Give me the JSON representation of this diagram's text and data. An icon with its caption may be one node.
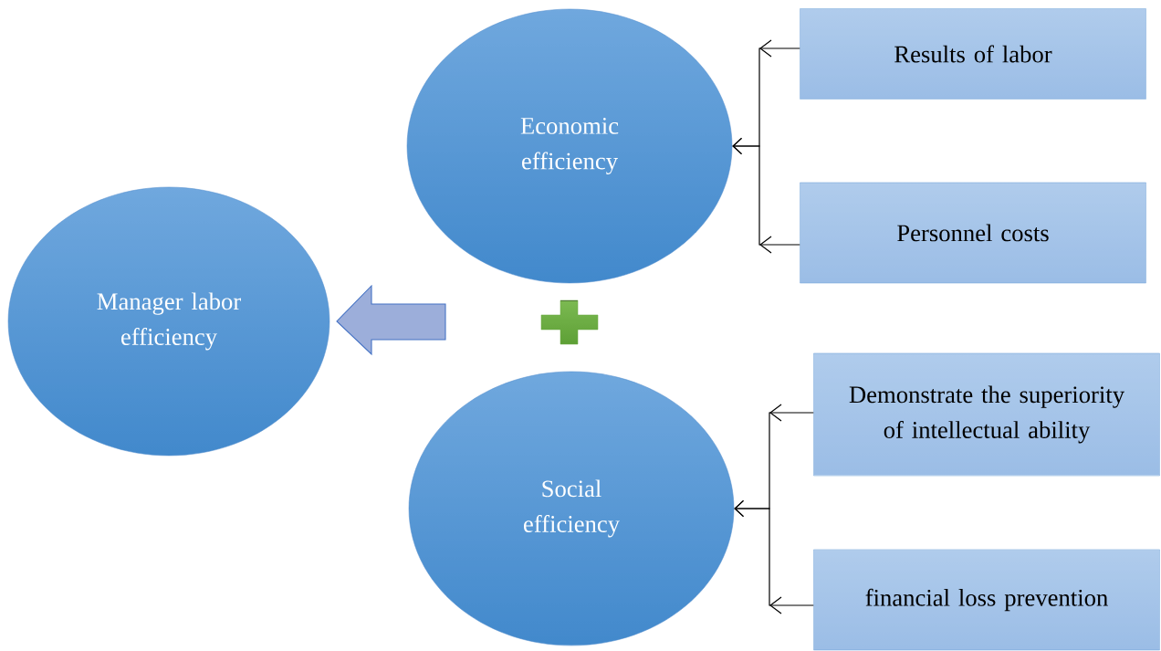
{
  "diagram": {
    "nodes": [
      {
        "text": [
          "Manager labor efficiency"
        ]
      },
      {
        "text": [
          "Economic efficiency"
        ]
      },
      {
        "text": [
          "Social efficiency"
        ]
      },
      {
        "text": [
          "Results of labor"
        ]
      },
      {
        "text": [
          "Personnel costs"
        ]
      },
      {
        "text": [
          "Demonstrate the superiority of intellectual ability"
        ]
      },
      {
        "text": [
          "financial loss prevention"
        ]
      }
    ],
    "edges": [
      {
        "from": 3,
        "to": 1,
        "arrow": "to"
      },
      {
        "from": 4,
        "to": 1,
        "arrow": "to"
      },
      {
        "from": 5,
        "to": 2,
        "arrow": "to"
      },
      {
        "from": 6,
        "to": 2,
        "arrow": "to"
      },
      {
        "from": null,
        "to": 0,
        "arrow": "to",
        "style": "thick"
      }
    ]
  }
}
